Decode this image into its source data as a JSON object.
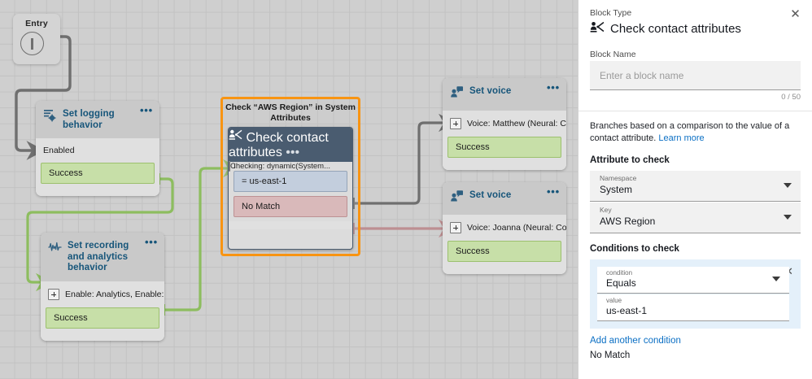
{
  "canvas": {
    "entry": {
      "label": "Entry",
      "icon": "entry-point-icon"
    },
    "nodes": [
      {
        "id": "set-logging-behavior",
        "title": "Set logging behavior",
        "icon": "logging-settings-icon",
        "menu": "•••",
        "row": "Enabled",
        "row_has_plus": false,
        "branches": [
          {
            "label": "Success",
            "kind": "ok"
          }
        ]
      },
      {
        "id": "set-recording-and-analytics-behavior",
        "title": "Set recording and analytics behavior",
        "icon": "waveform-icon",
        "menu": "•••",
        "row": "Enable: Analytics, Enable: ...",
        "row_has_plus": true,
        "branches": [
          {
            "label": "Success",
            "kind": "ok"
          }
        ]
      },
      {
        "id": "check-contact-attributes",
        "group_label": "Check “AWS Region” in System Attributes",
        "title": "Check contact attributes",
        "icon": "contact-branch-icon",
        "menu": "•••",
        "row": "Checking: dynamic(System...",
        "row_has_plus": true,
        "branches": [
          {
            "label": "= us-east-1",
            "kind": "match"
          },
          {
            "label": "No Match",
            "kind": "nomat"
          }
        ]
      },
      {
        "id": "set-voice-matthew",
        "title": "Set voice",
        "icon": "voice-person-icon",
        "menu": "•••",
        "row": "Voice: Matthew (Neural: C...",
        "row_has_plus": true,
        "branches": [
          {
            "label": "Success",
            "kind": "ok"
          }
        ]
      },
      {
        "id": "set-voice-joanna",
        "title": "Set voice",
        "icon": "voice-person-icon",
        "menu": "•••",
        "row": "Voice: Joanna (Neural: Co...",
        "row_has_plus": true,
        "branches": [
          {
            "label": "Success",
            "kind": "ok"
          }
        ]
      }
    ],
    "colors": {
      "selection": "#f89412",
      "success_branch": "#c7dfa8",
      "match_branch": "#c3cedd",
      "nomatch_branch": "#d9b9ba",
      "node_header": "#c9c9c9",
      "selected_node_header": "#4a5c70",
      "title_text": "#16557a"
    }
  },
  "panel": {
    "block_type_label": "Block Type",
    "block_type_value": "Check contact attributes",
    "block_type_icon": "contact-branch-icon",
    "close_icon": "✕",
    "block_name_label": "Block Name",
    "block_name_value": "",
    "block_name_placeholder": "Enter a block name",
    "block_name_counter": "0 / 50",
    "description": "Branches based on a comparison to the value of a contact attribute.",
    "learn_more": "Learn more",
    "attribute_section_heading": "Attribute to check",
    "namespace": {
      "label": "Namespace",
      "value": "System"
    },
    "key": {
      "label": "Key",
      "value": "AWS Region"
    },
    "conditions_heading": "Conditions to check",
    "condition_card": {
      "close_icon": "✕",
      "condition": {
        "label": "condition",
        "value": "Equals"
      },
      "value": {
        "label": "value",
        "value": "us-east-1"
      }
    },
    "add_condition_link": "Add another condition",
    "no_match_label": "No Match",
    "colors": {
      "link": "#0b6fc4",
      "condition_card_bg": "#e4f0fa"
    }
  }
}
